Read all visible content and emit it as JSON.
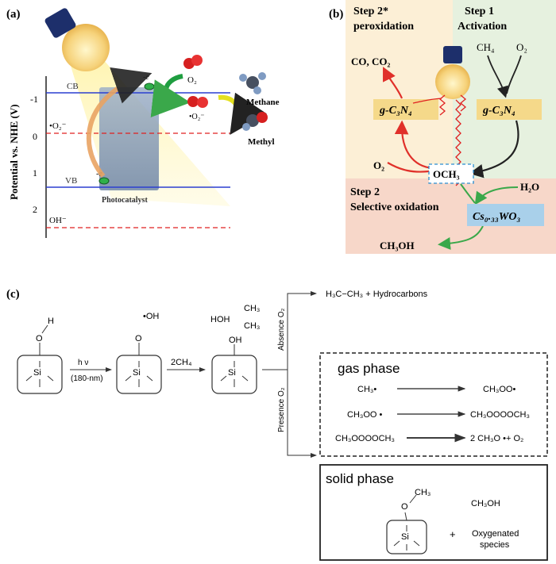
{
  "panel_a": {
    "label": "(a)",
    "y_axis_label": "Potential vs. NHE  (V)",
    "y_ticks": [
      "-1",
      "0",
      "1",
      "2"
    ],
    "cb_label": "CB",
    "vb_label": "VB",
    "superoxide_level_label": "•O₂⁻",
    "hydroxide_level_label": "OH⁻",
    "electron_top": "-e",
    "electron_bottom": "-e",
    "catalyst_label": "Photocatalyst",
    "o2_label": "O₂",
    "superoxide_label": "•O₂⁻",
    "methane_label": "Methane",
    "methyl_label": "Methyl"
  },
  "panel_b": {
    "label": "(b)",
    "step2star_title": "Step 2*",
    "step2star_sub": "peroxidation",
    "step1_title": "Step 1",
    "step1_sub": "Activation",
    "co_label": "CO, CO₂",
    "ch4_label": "CH₄",
    "o2_top_label": "O₂",
    "gcn_left": "g-C₃N₄",
    "gcn_right": "g-C₃N₄",
    "o2_left_label": "O₂",
    "och3_label": "OCH₃",
    "h2o_label": "H₂O",
    "step2_title": "Step 2",
    "step2_sub": "Selective oxidation",
    "cswo3_label": "Cs₀.₃₃WO₃",
    "ch3oh_label": "CH₃OH"
  },
  "panel_c": {
    "label": "(c)",
    "h_label": "H",
    "o_label": "O",
    "si_label": "Si",
    "hv_label": "h ν",
    "wavelength_label": "(180-nm)",
    "oh_radical_label": "•OH",
    "ch4_label": "2CH₄",
    "hoh_label": "HOH",
    "oh_label": "OH",
    "ch3_radical_1": "CH₃",
    "ch3_radical_2": "CH₃",
    "absence_label": "Absence O₂",
    "presence_label": "Presence O₂",
    "hydrocarbons_label": "H₃C−CH₃ + Hydrocarbons",
    "gas_phase_title": "gas phase",
    "gas_rows": [
      {
        "left": "CH₃•",
        "right": "CH₃OO•"
      },
      {
        "left": "CH₃OO •",
        "right": "CH₃OOOOCH₃"
      },
      {
        "left": "CH₃OOOOCH₃",
        "right": "2  CH₃O •+  O₂"
      }
    ],
    "solid_phase_title": "solid phase",
    "methoxy_ch3_label": "CH₃",
    "ch3oh_label": "CH₃OH",
    "plus_label": "+",
    "oxygenated_label_1": "Oxygenated",
    "oxygenated_label_2": "species"
  }
}
